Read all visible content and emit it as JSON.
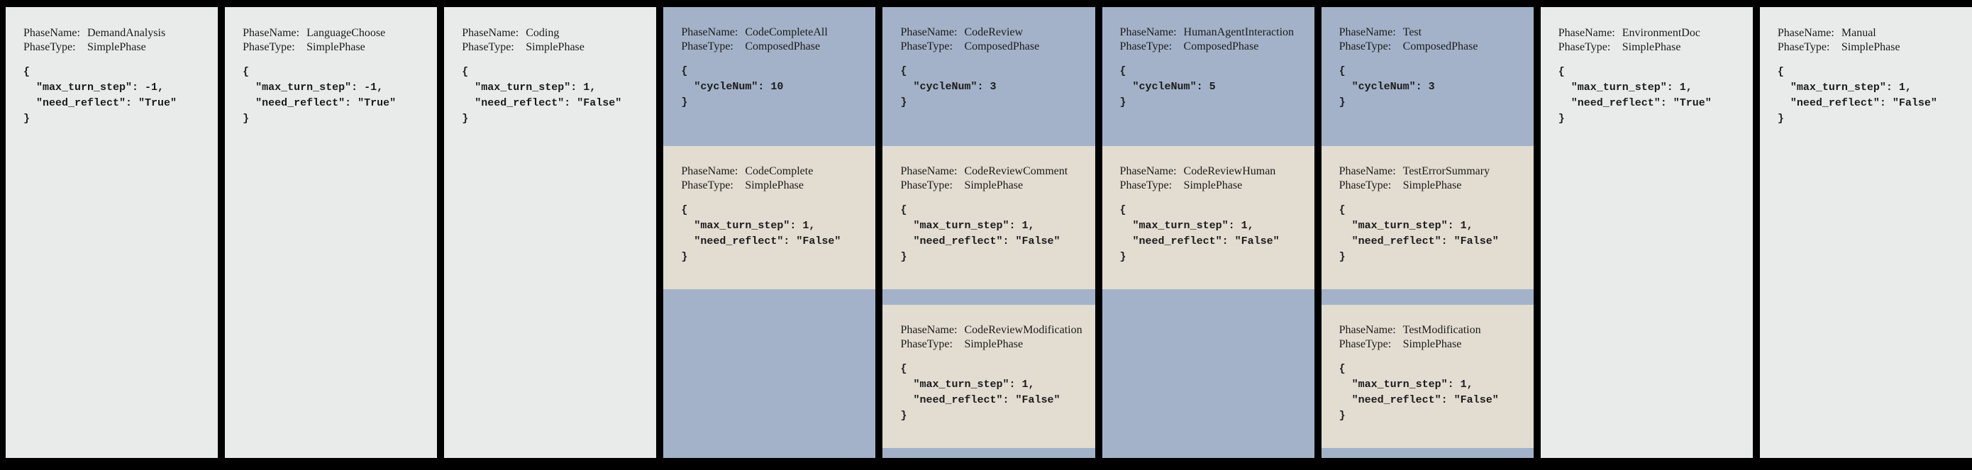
{
  "labels": {
    "phase_name": "PhaseName:",
    "phase_type": "PhaseType:"
  },
  "colors": {
    "page_background": "#000000",
    "simple_card_bg": "#e8ebea",
    "composed_card_bg": "#a3b2c8",
    "subphase_bg": "#e2dcd1",
    "text": "#1b1b1b"
  },
  "phases": [
    {
      "name": "DemandAnalysis",
      "type": "SimplePhase",
      "config": [
        "{",
        "  \"max_turn_step\": -1,",
        "  \"need_reflect\": \"True\"",
        "}"
      ]
    },
    {
      "name": "LanguageChoose",
      "type": "SimplePhase",
      "config": [
        "{",
        "  \"max_turn_step\": -1,",
        "  \"need_reflect\": \"True\"",
        "}"
      ]
    },
    {
      "name": "Coding",
      "type": "SimplePhase",
      "config": [
        "{",
        "  \"max_turn_step\": 1,",
        "  \"need_reflect\": \"False\"",
        "}"
      ]
    },
    {
      "name": "CodeCompleteAll",
      "type": "ComposedPhase",
      "config": [
        "{",
        "  \"cycleNum\": 10",
        "}"
      ],
      "sub_phases": [
        {
          "name": "CodeComplete",
          "type": "SimplePhase",
          "config": [
            "{",
            "  \"max_turn_step\": 1,",
            "  \"need_reflect\": \"False\"",
            "}"
          ]
        }
      ]
    },
    {
      "name": "CodeReview",
      "type": "ComposedPhase",
      "config": [
        "{",
        "  \"cycleNum\": 3",
        "}"
      ],
      "sub_phases": [
        {
          "name": "CodeReviewComment",
          "type": "SimplePhase",
          "config": [
            "{",
            "  \"max_turn_step\": 1,",
            "  \"need_reflect\": \"False\"",
            "}"
          ]
        },
        {
          "name": "CodeReviewModification",
          "type": "SimplePhase",
          "config": [
            "{",
            "  \"max_turn_step\": 1,",
            "  \"need_reflect\": \"False\"",
            "}"
          ]
        }
      ]
    },
    {
      "name": "HumanAgentInteraction",
      "type": "ComposedPhase",
      "config": [
        "{",
        "  \"cycleNum\": 5",
        "}"
      ],
      "sub_phases": [
        {
          "name": "CodeReviewHuman",
          "type": "SimplePhase",
          "config": [
            "{",
            "  \"max_turn_step\": 1,",
            "  \"need_reflect\": \"False\"",
            "}"
          ]
        }
      ]
    },
    {
      "name": "Test",
      "type": "ComposedPhase",
      "config": [
        "{",
        "  \"cycleNum\": 3",
        "}"
      ],
      "sub_phases": [
        {
          "name": "TestErrorSummary",
          "type": "SimplePhase",
          "config": [
            "{",
            "  \"max_turn_step\": 1,",
            "  \"need_reflect\": \"False\"",
            "}"
          ]
        },
        {
          "name": "TestModification",
          "type": "SimplePhase",
          "config": [
            "{",
            "  \"max_turn_step\": 1,",
            "  \"need_reflect\": \"False\"",
            "}"
          ]
        }
      ]
    },
    {
      "name": "EnvironmentDoc",
      "type": "SimplePhase",
      "config": [
        "{",
        "  \"max_turn_step\": 1,",
        "  \"need_reflect\": \"True\"",
        "}"
      ]
    },
    {
      "name": "Manual",
      "type": "SimplePhase",
      "config": [
        "{",
        "  \"max_turn_step\": 1,",
        "  \"need_reflect\": \"False\"",
        "}"
      ]
    }
  ]
}
